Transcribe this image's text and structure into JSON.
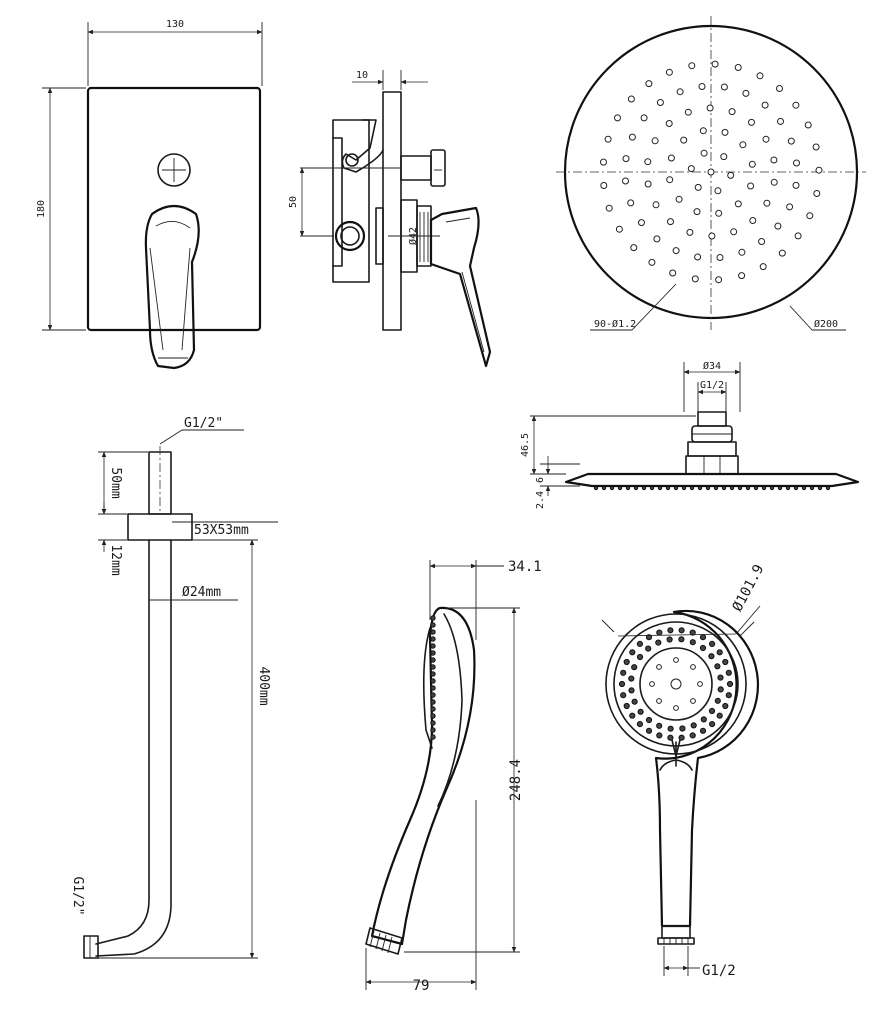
{
  "dimensions": {
    "plate_width": "130",
    "plate_height": "180",
    "body_offset": "10",
    "outlet_spacing": "50",
    "outlet_diameter": "Ø42",
    "spray_holes": "90-Ø1.2",
    "head_diameter": "Ø200",
    "neck_diameter": "Ø34",
    "head_thread": "G1/2",
    "head_height": "46.5",
    "head_thickness_a": "6",
    "head_thickness_b": "2.4",
    "arm_thread_top": "G1/2\"",
    "arm_top_length": "50mm",
    "flange_size": "53X53mm",
    "flange_thickness": "12mm",
    "arm_diameter": "Ø24mm",
    "arm_length": "400mm",
    "arm_thread_bottom": "G1/2\"",
    "hand_depth": "34.1",
    "hand_length": "248.4",
    "hand_width": "79",
    "hand_face_diameter": "Ø101.9",
    "hand_thread": "G1/2"
  }
}
